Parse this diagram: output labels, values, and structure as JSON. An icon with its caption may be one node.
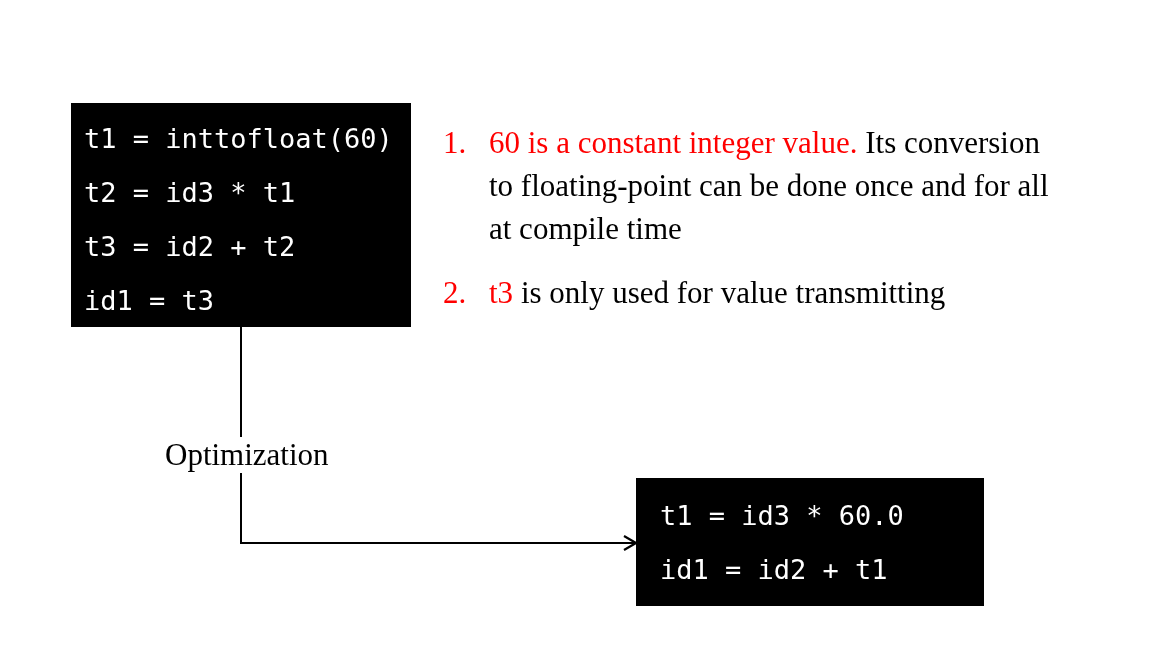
{
  "diagram": {
    "nodes": [
      {
        "text": [
          "t1 = inttofloat(60)",
          "t2 = id3 * t1",
          "t3 = id2 + t2",
          "id1 = t3"
        ]
      },
      {
        "text": [
          "t1 = id3 * 60.0",
          "id1 = id2 + t1"
        ]
      }
    ],
    "edges": [
      {
        "from": 0,
        "to": 1,
        "arrow": "to",
        "label": "Optimization"
      }
    ],
    "labels": [
      "1.",
      "60 is a constant integer value.",
      "Its conversion to floating-point can be done once and for all at compile time",
      "2.",
      "t3",
      "is only used for value transmitting"
    ]
  }
}
